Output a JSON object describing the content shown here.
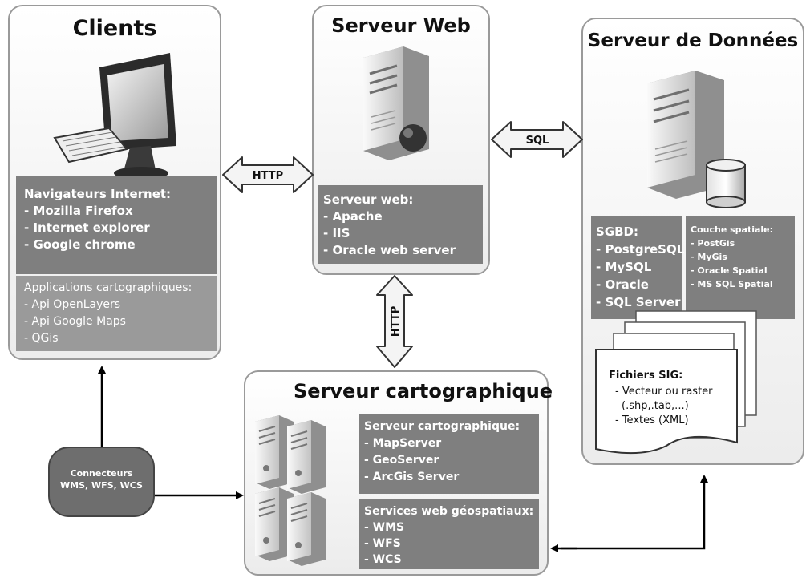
{
  "clients": {
    "title": "Clients",
    "browsers": {
      "heading": "Navigateurs Internet:",
      "items": [
        "- Mozilla Firefox",
        "- Internet explorer",
        "- Google chrome"
      ]
    },
    "apps": {
      "heading": "Applications cartographiques:",
      "items": [
        "- Api OpenLayers",
        "- Api Google Maps",
        "- QGis"
      ]
    }
  },
  "web_server": {
    "title": "Serveur Web",
    "box": {
      "heading": "Serveur web:",
      "items": [
        "- Apache",
        "- IIS",
        "- Oracle web server"
      ]
    }
  },
  "data_server": {
    "title": "Serveur de Données",
    "sgbd": {
      "heading": "SGBD:",
      "items": [
        "- PostgreSQL",
        "- MySQL",
        "- Oracle",
        "- SQL Server"
      ]
    },
    "spatial": {
      "heading": "Couche spatiale:",
      "items": [
        "- PostGis",
        "- MyGis",
        "- Oracle Spatial",
        "- MS SQL Spatial"
      ]
    },
    "files": {
      "heading": "Fichiers SIG:",
      "items": [
        "- Vecteur ou raster",
        "(.shp,.tab,...)",
        "- Textes (XML)"
      ]
    }
  },
  "map_server": {
    "title": "Serveur cartographique",
    "servers": {
      "heading": "Serveur cartographique:",
      "items": [
        "- MapServer",
        "- GeoServer",
        "- ArcGis Server"
      ]
    },
    "services": {
      "heading": "Services web géospatiaux:",
      "items": [
        "- WMS",
        "- WFS",
        "- WCS"
      ]
    }
  },
  "connectors": {
    "line1": "Connecteurs",
    "line2": "WMS, WFS, WCS"
  },
  "arrows": {
    "http_clients_web": "HTTP",
    "sql_web_data": "SQL",
    "http_web_map": "HTTP"
  },
  "colors": {
    "box_dark": "#7f7f7f",
    "box_light": "#9a9a9a",
    "panel_border": "#9a9a9a",
    "connector_fill": "#6e6e6e"
  }
}
